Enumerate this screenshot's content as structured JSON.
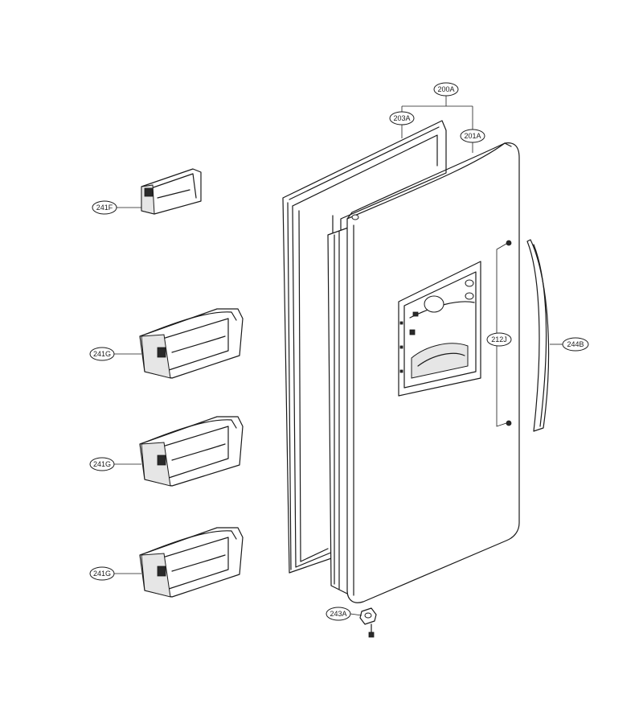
{
  "callouts": {
    "assembly": "200A",
    "gasket": "203A",
    "door": "201A",
    "bin_small": "241F",
    "bin_1": "241G",
    "bin_2": "241G",
    "bin_3": "241G",
    "cover": "212J",
    "handle": "244B",
    "hinge": "243A"
  }
}
